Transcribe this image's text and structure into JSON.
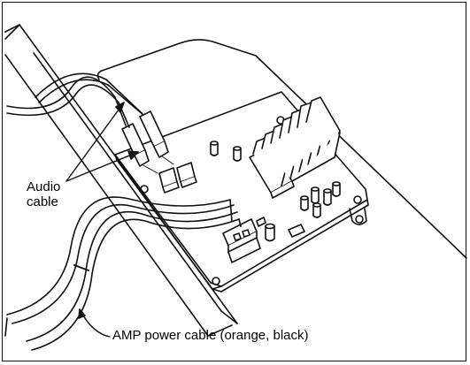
{
  "figure": {
    "callouts": {
      "audio_cable_line1": "Audio",
      "audio_cable_line2": "cable",
      "amp_power_cable": "AMP power cable (orange, black)"
    }
  }
}
